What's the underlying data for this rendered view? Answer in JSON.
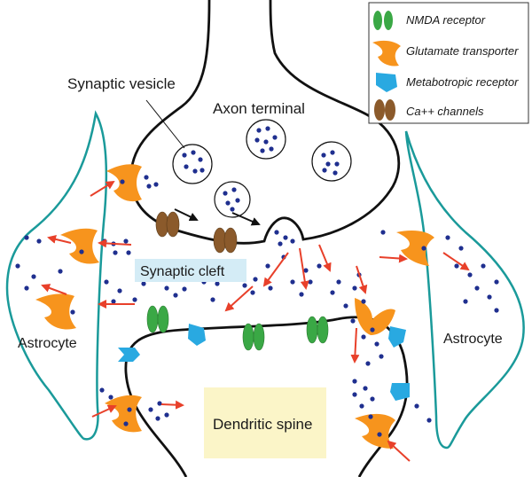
{
  "labels": {
    "synaptic_vesicle": "Synaptic vesicle",
    "axon_terminal": "Axon terminal",
    "synaptic_cleft": "Synaptic cleft",
    "astrocyte_left": "Astrocyte",
    "astrocyte_right": "Astrocyte",
    "dendritic_spine": "Dendritic spine"
  },
  "legend": {
    "items": [
      {
        "label": "NMDA receptor",
        "icon": "nmda-receptor-icon"
      },
      {
        "label": "Glutamate transporter",
        "icon": "glutamate-transporter-icon"
      },
      {
        "label": "Metabotropic receptor",
        "icon": "metabotropic-receptor-icon"
      },
      {
        "label": "Ca++ channels",
        "icon": "calcium-channel-icon"
      }
    ]
  },
  "colors": {
    "membrane": "#111111",
    "astrocyte_outline": "#1a9a9a",
    "nmda": "#3aa845",
    "transporter": "#f7941d",
    "metabotropic": "#29a9e1",
    "calcium": "#8b5a2b",
    "glutamate_dot": "#1f2f8f",
    "arrow": "#e8402a",
    "cleft_label_bg": "#d4ecf6",
    "spine_label_bg": "#fbf5c8"
  }
}
